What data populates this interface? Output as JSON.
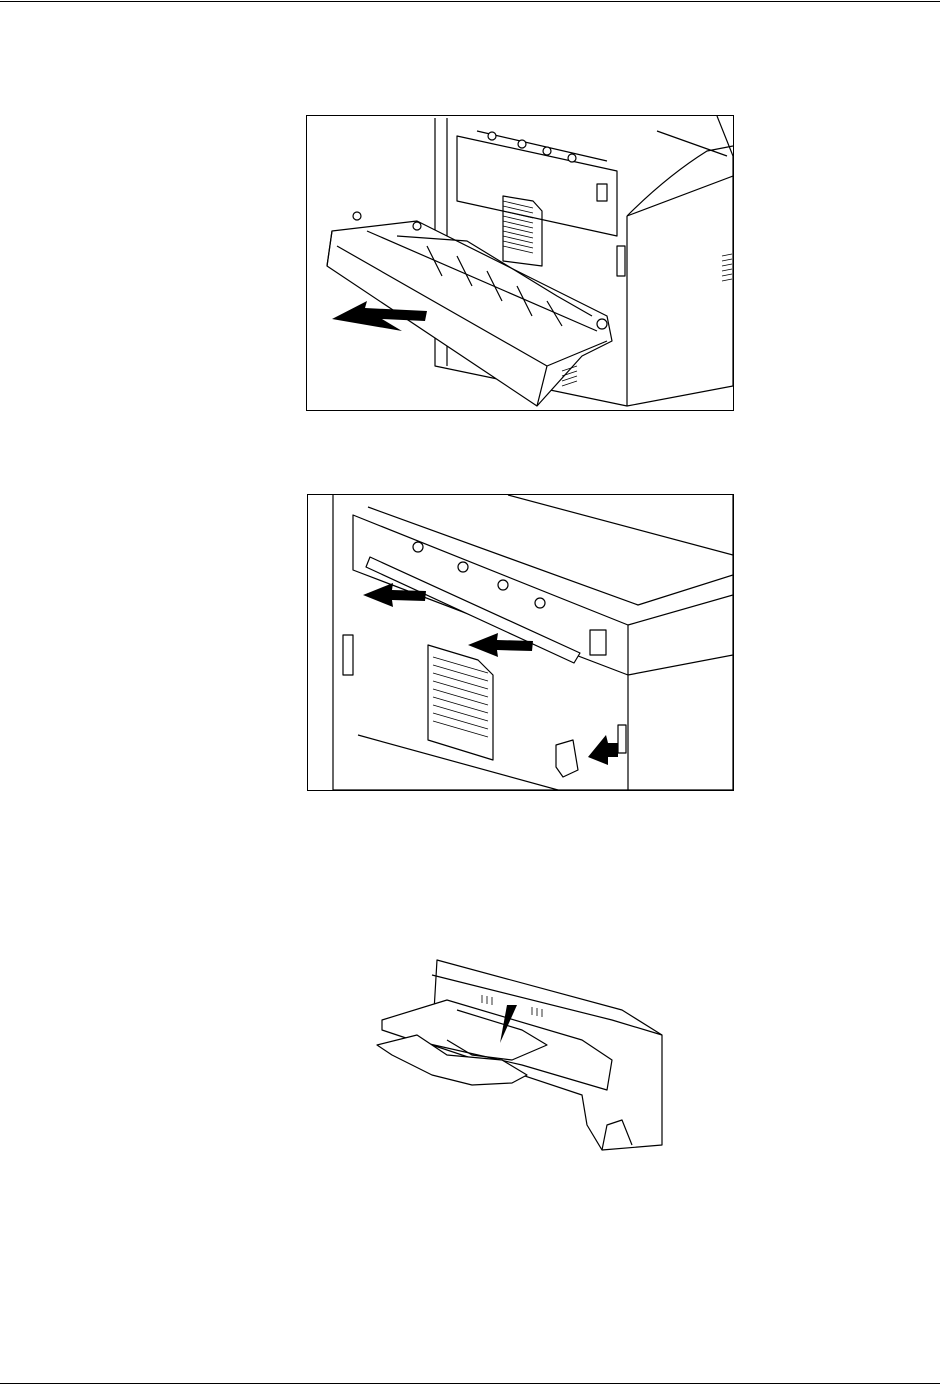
{
  "page": {
    "rule_color": "#000000",
    "figures": [
      {
        "icon": "printer-duplex-unit-removal-illustration"
      },
      {
        "icon": "printer-duplex-guide-install-illustration"
      },
      {
        "icon": "output-tray-illustration"
      }
    ]
  }
}
